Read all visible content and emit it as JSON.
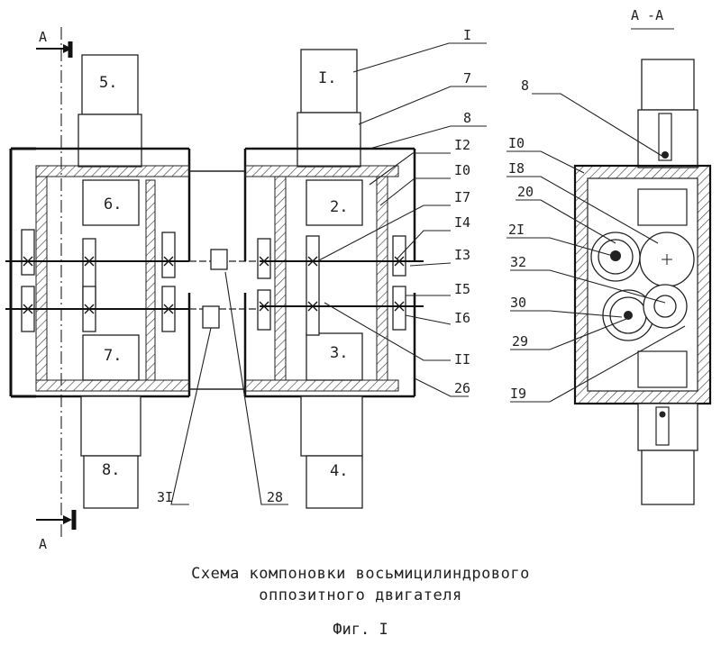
{
  "caption": {
    "line1": "Схема компоновки восьмицилиндрового",
    "line2": "оппозитного двигателя",
    "fig": "Фиг. I"
  },
  "section": {
    "title": "А -А",
    "mark_top": "А",
    "mark_bottom": "А"
  },
  "cylinders": {
    "c1": "I.",
    "c2": "2.",
    "c3": "3.",
    "c4": "4.",
    "c5": "5.",
    "c6": "6.",
    "c7": "7.",
    "c8": "8."
  },
  "leaders": {
    "I": "I",
    "n7": "7",
    "n8": "8",
    "n12": "I2",
    "n10": "I0",
    "n17": "I7",
    "n14": "I4",
    "n13": "I3",
    "n15": "I5",
    "n16": "I6",
    "n11": "II",
    "n26": "26",
    "n31": "3I",
    "n28": "28"
  },
  "section_leaders": {
    "s8": "8",
    "s10": "I0",
    "s18": "I8",
    "s20": "20",
    "s21": "2I",
    "s32": "32",
    "s30": "30",
    "s29": "29",
    "s19": "I9"
  }
}
